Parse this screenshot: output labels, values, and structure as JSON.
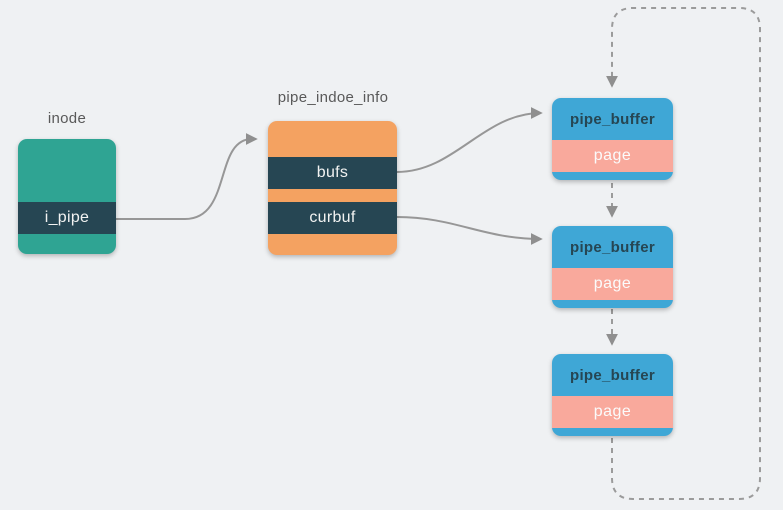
{
  "palette": {
    "background": "#eff1f3",
    "teal": "#2fa493",
    "dark_slate": "#264653",
    "orange": "#f4a261",
    "blue": "#3fa7d6",
    "pink": "#f9a99c",
    "connector_gray": "#979797",
    "label_gray": "#595959"
  },
  "nodes": {
    "inode": {
      "title": "inode",
      "field": "i_pipe"
    },
    "pipe_info": {
      "title": "pipe_indoe_info",
      "fields": {
        "bufs": "bufs",
        "curbuf": "curbuf"
      }
    },
    "buffer1": {
      "title": "pipe_buffer",
      "field": "page"
    },
    "buffer2": {
      "title": "pipe_buffer",
      "field": "page"
    },
    "buffer3": {
      "title": "pipe_buffer",
      "field": "page"
    }
  },
  "connections": {
    "i_pipe_to_info": "solid arrow from i_pipe field to pipe_indoe_info",
    "bufs_to_buffer1": "solid arrow from bufs field to first pipe_buffer",
    "curbuf_to_buffer2": "solid arrow from curbuf field to second pipe_buffer",
    "buffer1_to_buffer2": "dashed arrow",
    "buffer2_to_buffer3": "dashed arrow",
    "buffer3_loop_to_buffer1": "dashed loop around right side back to first pipe_buffer"
  }
}
